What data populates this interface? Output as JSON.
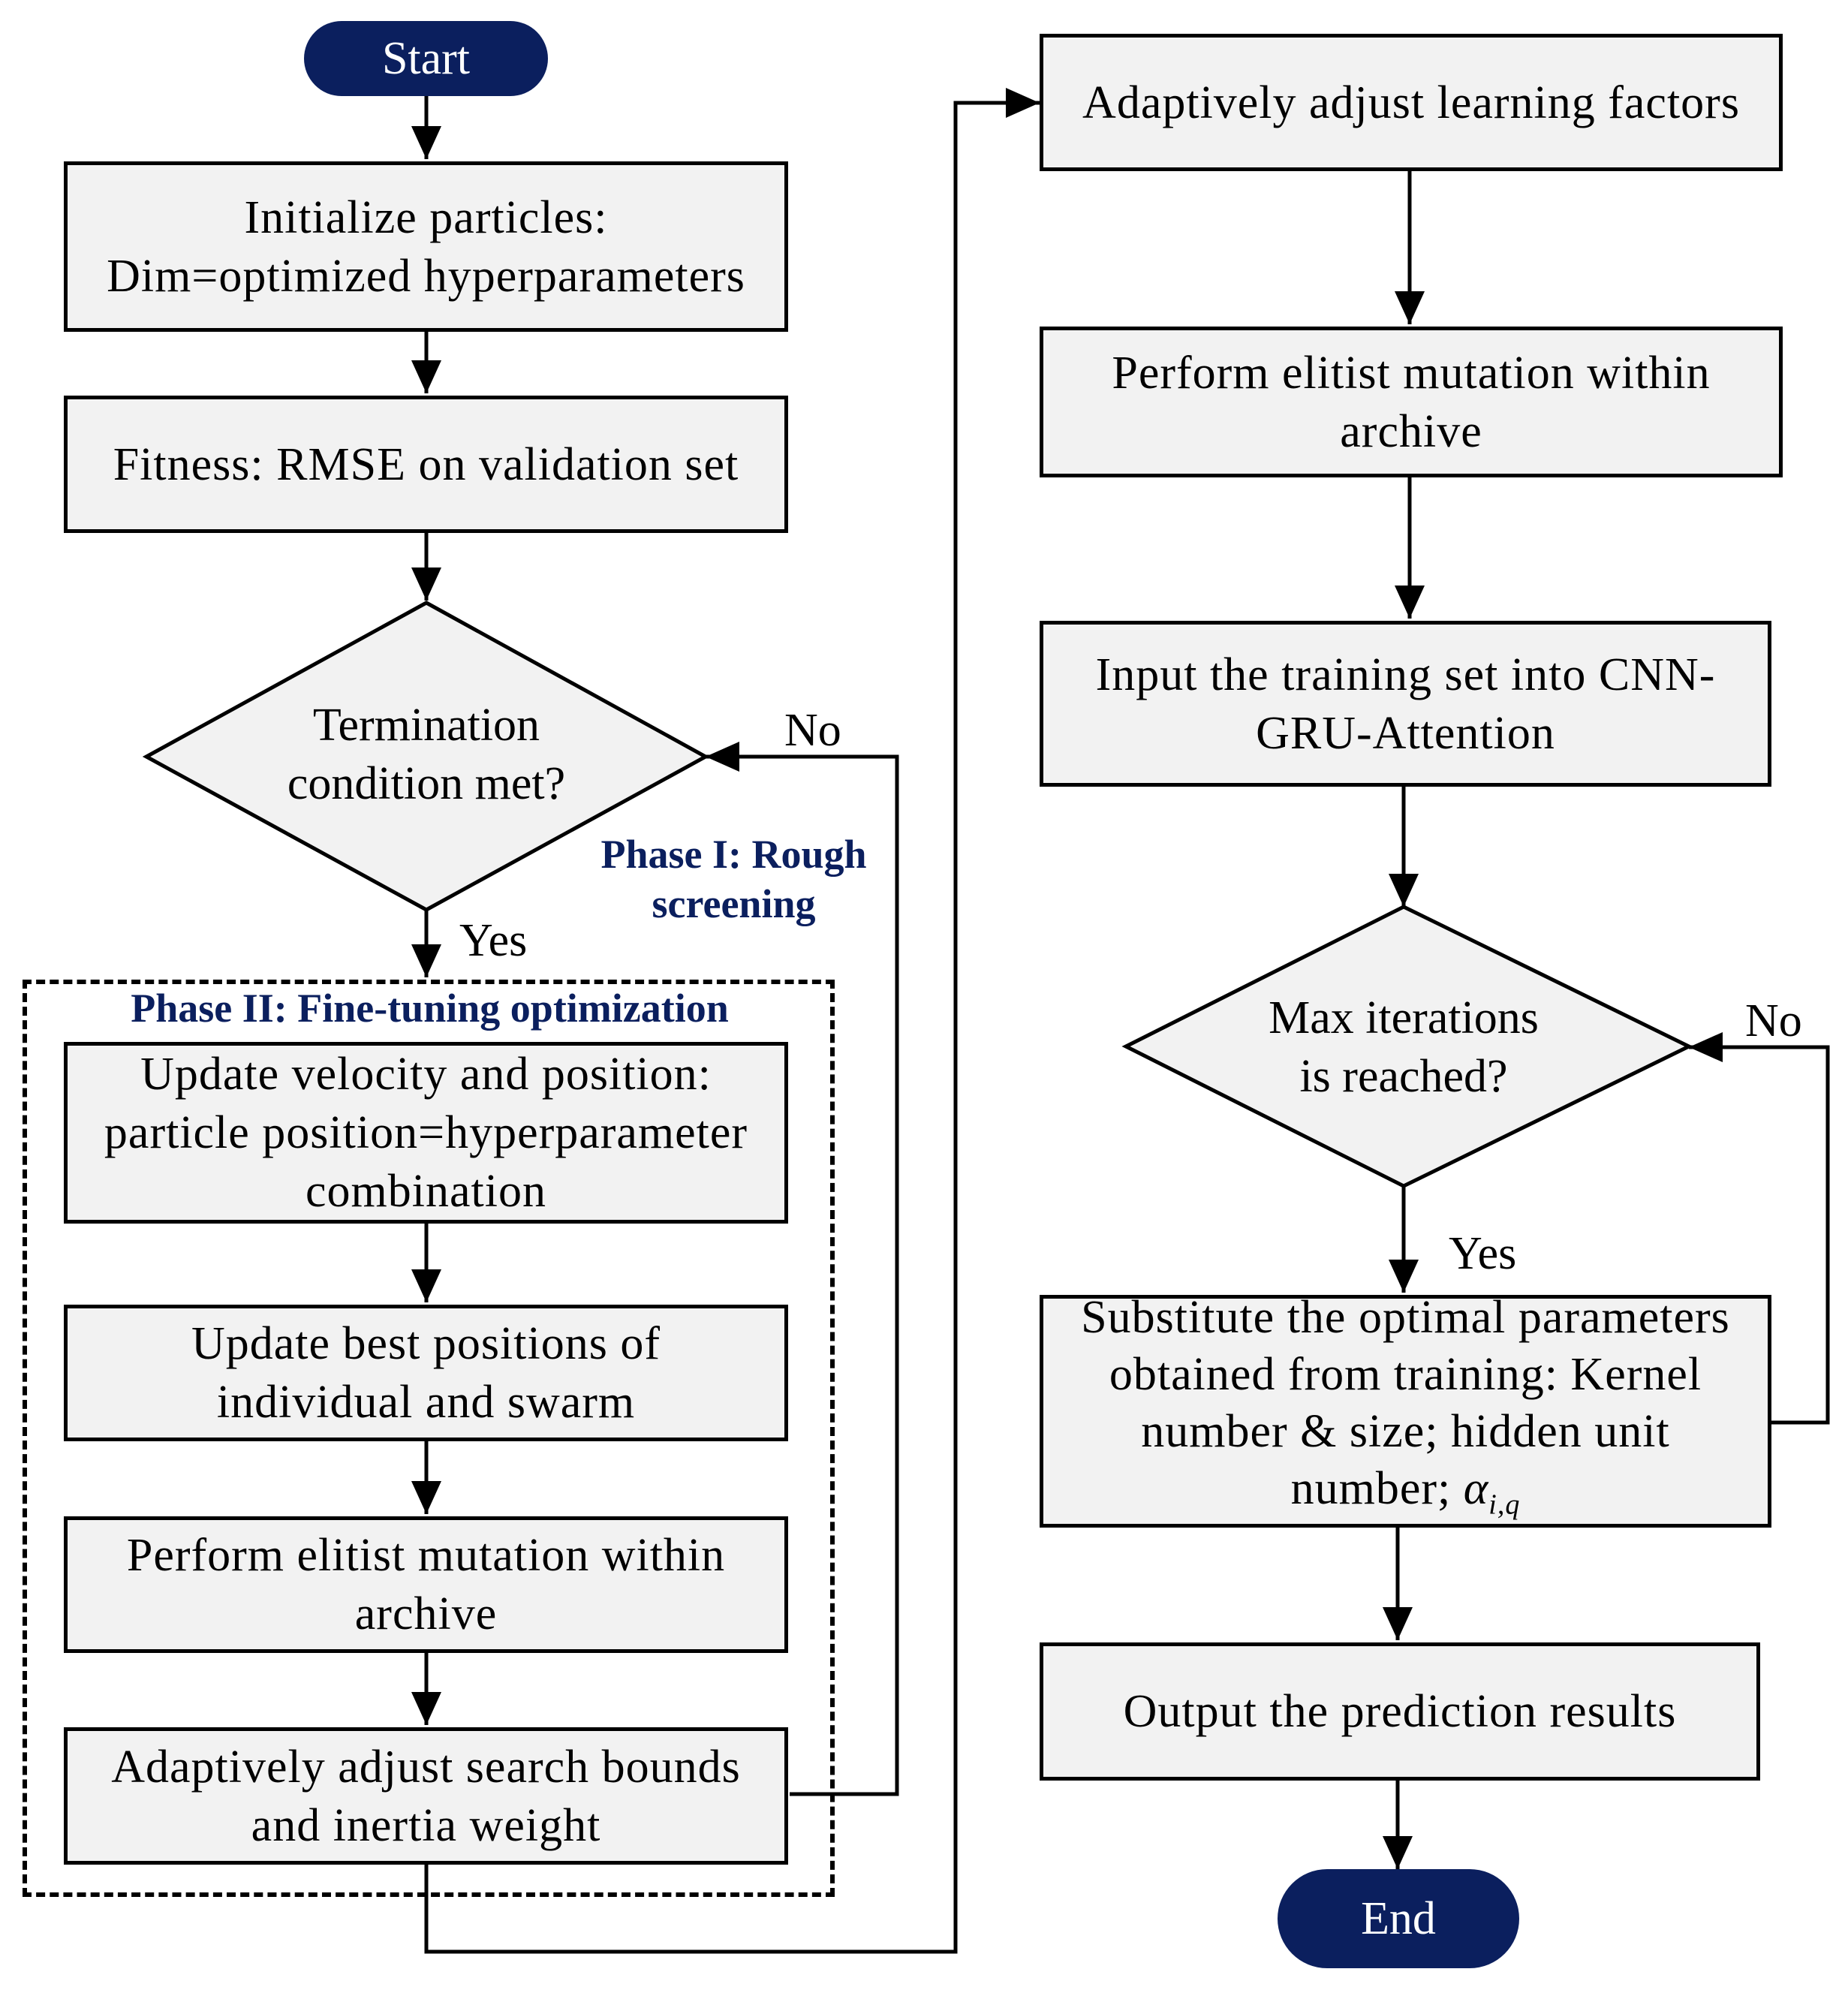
{
  "nodes": {
    "start": "Start",
    "init": [
      "Initialize particles:",
      "Dim=optimized hyperparameters"
    ],
    "fitness": "Fitness: RMSE on validation set",
    "termination": [
      "Termination",
      "condition met?"
    ],
    "update_velocity": [
      "Update velocity and position:",
      "particle position=hyperparameter",
      "combination"
    ],
    "update_best": [
      "Update best positions of",
      "individual and swarm"
    ],
    "elitist_left": [
      "Perform elitist mutation within",
      "archive"
    ],
    "adjust_bounds": [
      "Adaptively adjust search bounds",
      "and inertia weight"
    ],
    "learning_factors": "Adaptively adjust learning factors",
    "elitist_right": [
      "Perform elitist mutation within",
      "archive"
    ],
    "input_training": [
      "Input the training set into CNN-",
      "GRU-Attention"
    ],
    "max_iter": [
      "Max iterations",
      "is reached?"
    ],
    "substitute": [
      "Substitute the optimal parameters",
      "obtained from training: Kernel",
      "number & size; hidden unit",
      "number;"
    ],
    "substitute_symbol": "α",
    "substitute_subscript": "i,q",
    "output": "Output the prediction results",
    "end": "End"
  },
  "edge_labels": {
    "no_left": "No",
    "yes_left": "Yes",
    "no_right": "No",
    "yes_right": "Yes"
  },
  "groups": {
    "phase1": [
      "Phase I: Rough",
      "screening"
    ],
    "phase2": "Phase II: Fine-tuning optimization"
  },
  "colors": {
    "terminal_fill": "#0b1f5e",
    "box_fill": "#f2f2f2",
    "phase_text": "#0b1f5e"
  }
}
